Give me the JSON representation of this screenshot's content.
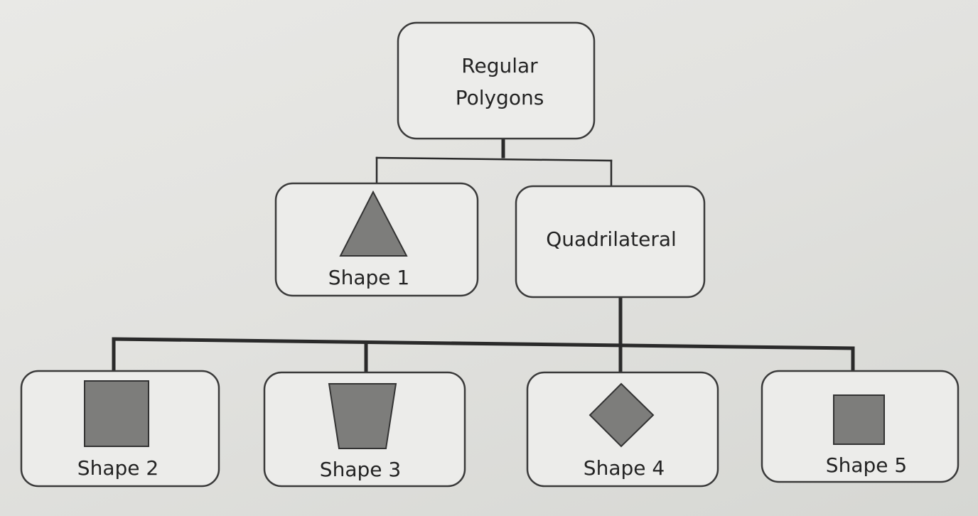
{
  "diagram": {
    "root": {
      "label_line1": "Regular",
      "label_line2": "Polygons"
    },
    "level1": [
      {
        "label": "Shape 1",
        "shape": "triangle"
      },
      {
        "label": "Quadrilateral"
      }
    ],
    "level2": [
      {
        "label": "Shape 2",
        "shape": "rectangle"
      },
      {
        "label": "Shape 3",
        "shape": "trapezoid"
      },
      {
        "label": "Shape 4",
        "shape": "rhombus"
      },
      {
        "label": "Shape 5",
        "shape": "square"
      }
    ]
  },
  "colors": {
    "shape_fill": "#7d7d7b",
    "box_fill": "#ececea",
    "line": "#2a2a2a"
  }
}
